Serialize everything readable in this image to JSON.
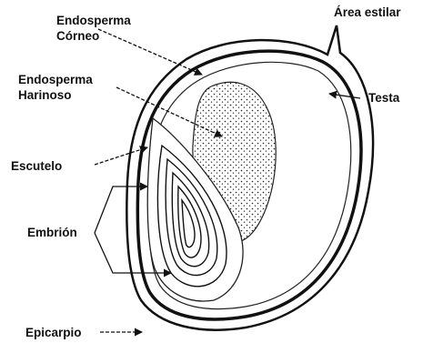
{
  "labels": {
    "endosperma_corneo_line1": "Endosperma",
    "endosperma_corneo_line2": "Córneo",
    "area_estilar": "Área estilar",
    "endosperma_harinoso_line1": "Endosperma",
    "endosperma_harinoso_line2": "Harinoso",
    "testa": "Testa",
    "escutelo": "Escutelo",
    "embrion": "Embrión",
    "epicarpio": "Epicarpio"
  }
}
